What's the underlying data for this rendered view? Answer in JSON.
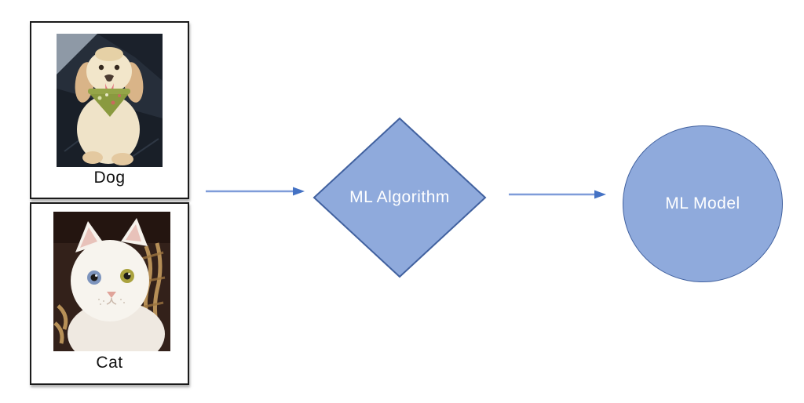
{
  "diagram": {
    "title": "ML training flow: labeled images fed to an ML Algorithm which produces an ML Model",
    "inputs": [
      {
        "label": "Dog",
        "image_icon": "dog-photo",
        "image_description": "cream cocker spaniel with green bandana sitting on dark car seat"
      },
      {
        "label": "Cat",
        "image_icon": "cat-photo",
        "image_description": "white cat with one blue eye and one yellow eye in a wicker basket"
      }
    ],
    "algorithm_node": {
      "label": "ML Algorithm",
      "shape": "diamond"
    },
    "model_node": {
      "label": "ML Model",
      "shape": "circle"
    },
    "arrows": [
      {
        "name": "inputs-to-algorithm",
        "direction": "right"
      },
      {
        "name": "algorithm-to-model",
        "direction": "right"
      }
    ],
    "colors": {
      "shape_fill": "#8FAADC",
      "shape_border": "#41619F",
      "arrow_line": "#7F9CD9",
      "arrow_head": "#4472C4",
      "box_border": "#1A1A1A",
      "label_text": "#111111",
      "shape_text": "#FFFFFF",
      "background": "#FFFFFF"
    }
  }
}
